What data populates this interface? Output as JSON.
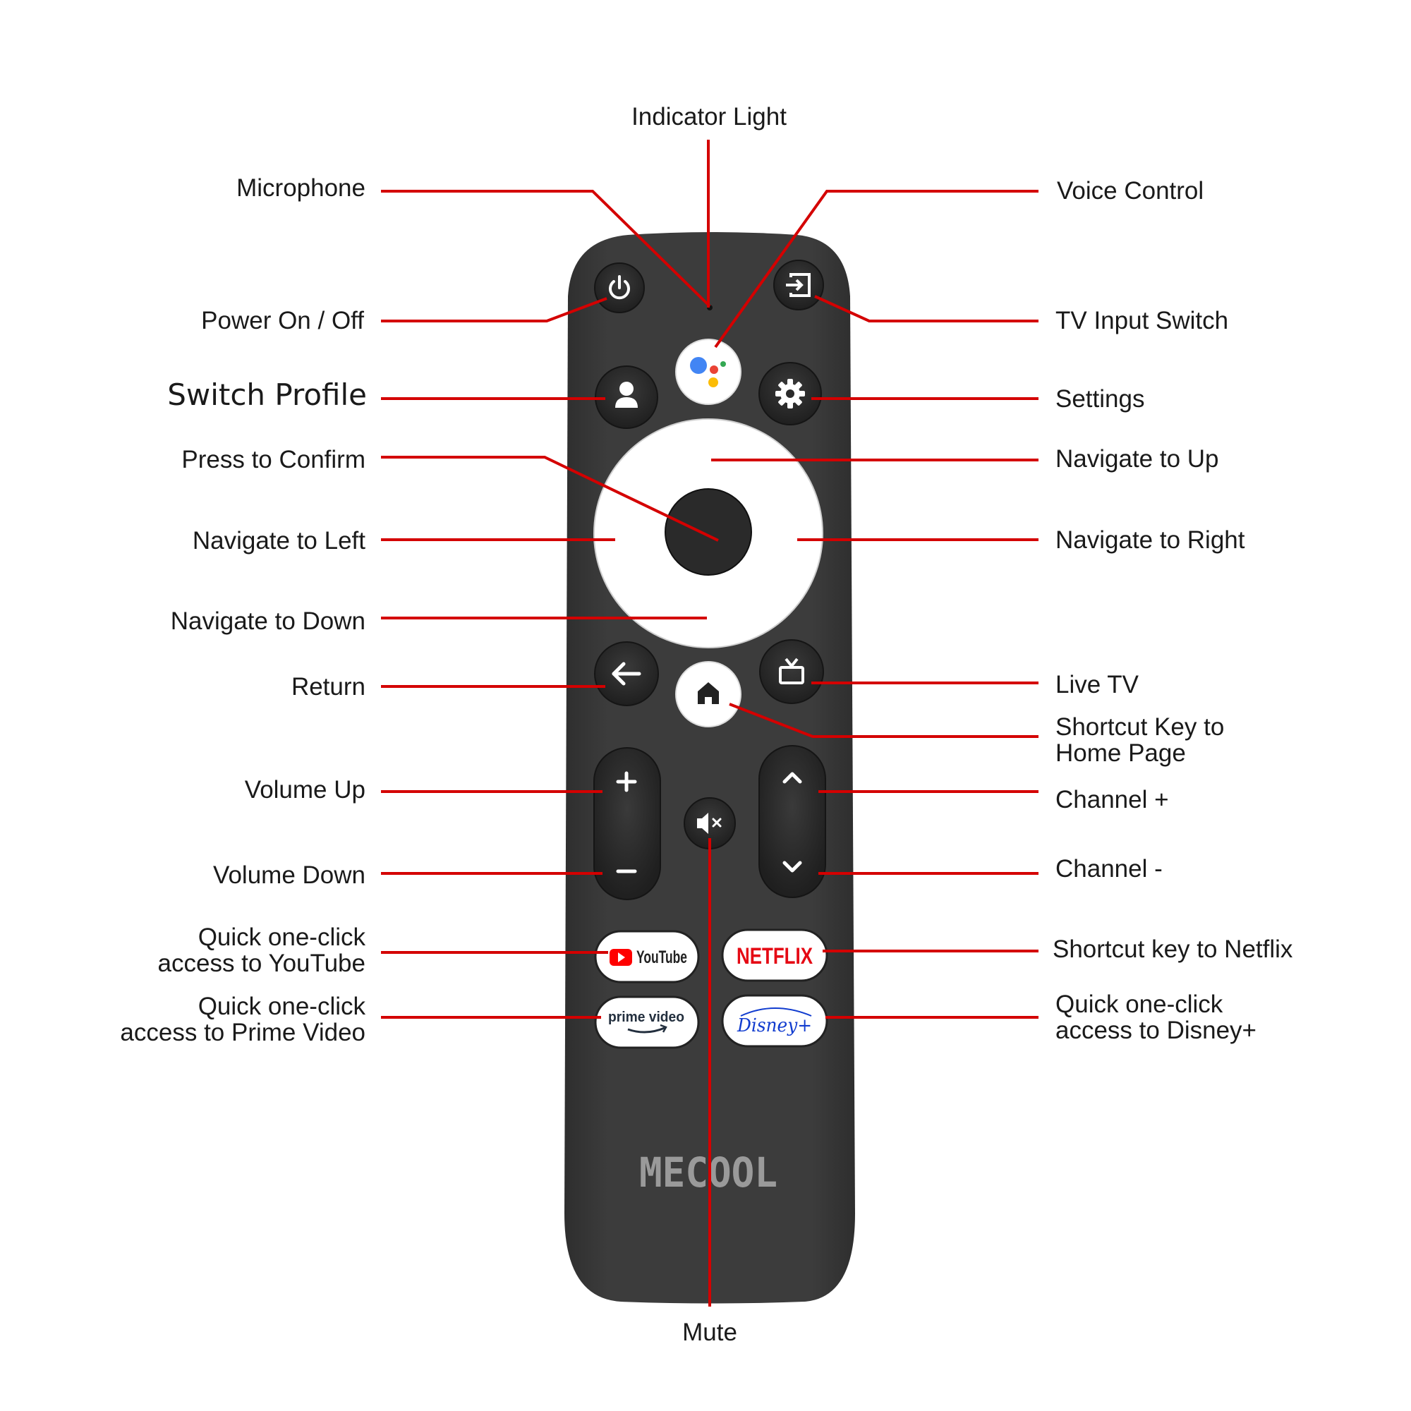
{
  "labels": {
    "indicator_light": "Indicator Light",
    "microphone": "Microphone",
    "voice_control": "Voice Control",
    "power": "Power On / Off",
    "tv_input": "TV Input Switch",
    "switch_profile": "Switch Profile",
    "settings": "Settings",
    "press_confirm": "Press to Confirm",
    "nav_up": "Navigate to Up",
    "nav_left": "Navigate to Left",
    "nav_right": "Navigate to Right",
    "nav_down": "Navigate to Down",
    "return": "Return",
    "live_tv": "Live TV",
    "home_shortcut": "Shortcut Key to\nHome Page",
    "volume_up": "Volume Up",
    "channel_plus": "Channel +",
    "volume_down": "Volume Down",
    "channel_minus": "Channel -",
    "youtube_access": "Quick one-click\naccess to YouTube",
    "netflix_shortcut": "Shortcut key to Netflix",
    "prime_access": "Quick one-click\naccess to Prime Video",
    "disney_access": "Quick one-click\naccess to Disney+",
    "mute": "Mute"
  },
  "remote": {
    "brand": "MECOOL",
    "youtube_logo": "YouTube",
    "netflix_logo": "NETFLIX",
    "prime_logo": "prime video",
    "disney_logo": "Disney+"
  },
  "colors": {
    "leader": "#d40000",
    "remote_body": "#3a3a3a",
    "button_dark": "#2b2b2b",
    "dpad_ring": "#ffffff",
    "youtube_red": "#ff0000",
    "netflix_red": "#e50914",
    "google_blue": "#4285f4",
    "google_red": "#ea4335",
    "google_yellow": "#fbbc05",
    "google_green": "#34a853"
  },
  "icons": {
    "power": "power-icon",
    "input": "input-switch-icon",
    "assistant": "google-assistant-icon",
    "profile": "user-icon",
    "settings": "gear-icon",
    "back": "arrow-left-icon",
    "home": "home-icon",
    "live_tv": "tv-icon",
    "vol_plus": "plus-icon",
    "vol_minus": "minus-icon",
    "mute": "mute-icon",
    "ch_up": "chevron-up-icon",
    "ch_down": "chevron-down-icon"
  }
}
